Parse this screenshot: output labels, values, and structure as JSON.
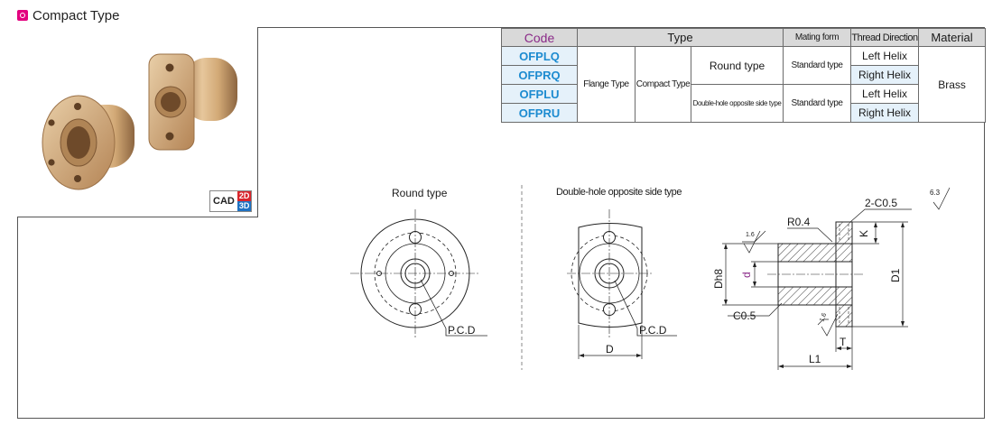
{
  "header": {
    "title": "Compact Type"
  },
  "cad": {
    "label": "CAD",
    "dim2": "2D",
    "dim3": "3D"
  },
  "table": {
    "headers": {
      "code": "Code",
      "type": "Type",
      "mating": "Mating form",
      "thread": "Thread Direction",
      "material": "Material"
    },
    "codes": [
      "OFPLQ",
      "OFPRQ",
      "OFPLU",
      "OFPRU"
    ],
    "type_flange": "Flange Type",
    "type_compact": "Compact Type",
    "type_round": "Round type",
    "type_double": "Double-hole opposite side type",
    "mating": "Standard type",
    "threads": [
      "Left Helix",
      "Right Helix",
      "Left Helix",
      "Right Helix"
    ],
    "material": "Brass"
  },
  "drawings": {
    "round_title": "Round type",
    "double_title": "Double-hole opposite side type",
    "pcd": "P.C.D",
    "dim_d": "D",
    "r04": "R0.4",
    "c05_top": "2-C0.5",
    "roughness_main": "6.3",
    "roughness_a": "1.6",
    "roughness_b": "1.6",
    "k": "K",
    "d1": "D1",
    "dh8": "Dh8",
    "d_small": "d",
    "c05": "C0.5",
    "t": "T",
    "l1": "L1"
  }
}
